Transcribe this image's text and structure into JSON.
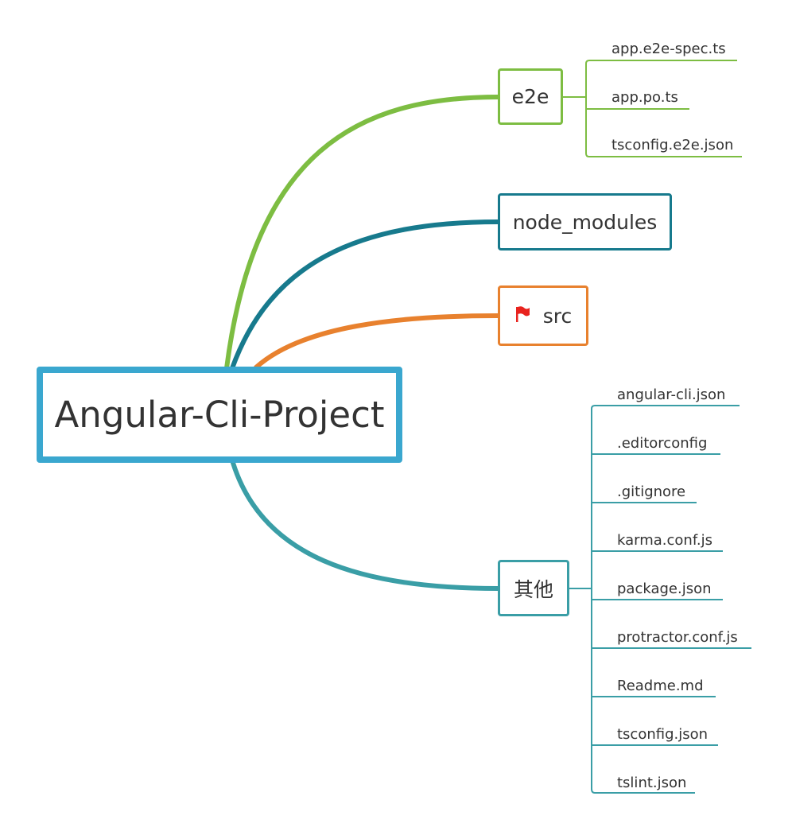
{
  "root": {
    "label": "Angular-Cli-Project"
  },
  "branches": {
    "e2e": {
      "label": "e2e",
      "color": "#7dbd42",
      "children": [
        "app.e2e-spec.ts",
        "app.po.ts",
        "tsconfig.e2e.json"
      ]
    },
    "node_modules": {
      "label": "node_modules",
      "color": "#177a8d"
    },
    "src": {
      "label": "src",
      "color": "#e8812e",
      "marker_icon": "red-flag-icon"
    },
    "other": {
      "label": "其他",
      "color": "#3a9ea6",
      "children": [
        "angular-cli.json",
        ".editorconfig",
        ".gitignore",
        "karma.conf.js",
        "package.json",
        "protractor.conf.js",
        "Readme.md",
        "tsconfig.json",
        "tslint.json"
      ]
    }
  },
  "colors": {
    "root_border": "#3aa7cf",
    "flag": "#e8231e"
  }
}
